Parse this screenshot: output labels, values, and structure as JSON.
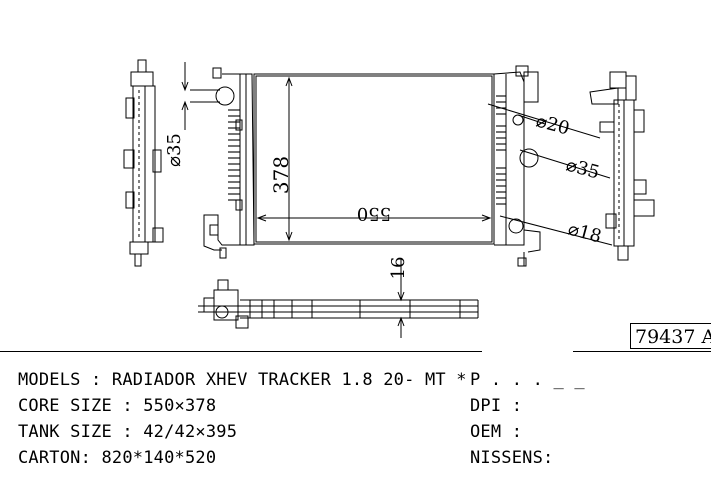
{
  "dimensions": {
    "height": "378",
    "width": "550",
    "inlet_diameter": "⌀35",
    "pipe1": "⌀20",
    "pipe2": "⌀35",
    "pipe3": "⌀18",
    "offset": "16"
  },
  "part_code": "79437 A",
  "specs_left": {
    "models": "MODELS : RADIADOR XHEV TRACKER 1.8 20- MT *",
    "core_size": "CORE SIZE : 550×378",
    "tank_size": "TANK SIZE : 42/42×395",
    "carton": "CARTON: 820*140*520"
  },
  "specs_right": {
    "p": "P . . . _ _",
    "dpi": "DPI :",
    "oem": "OEM :",
    "nissens": "NISSENS:"
  }
}
